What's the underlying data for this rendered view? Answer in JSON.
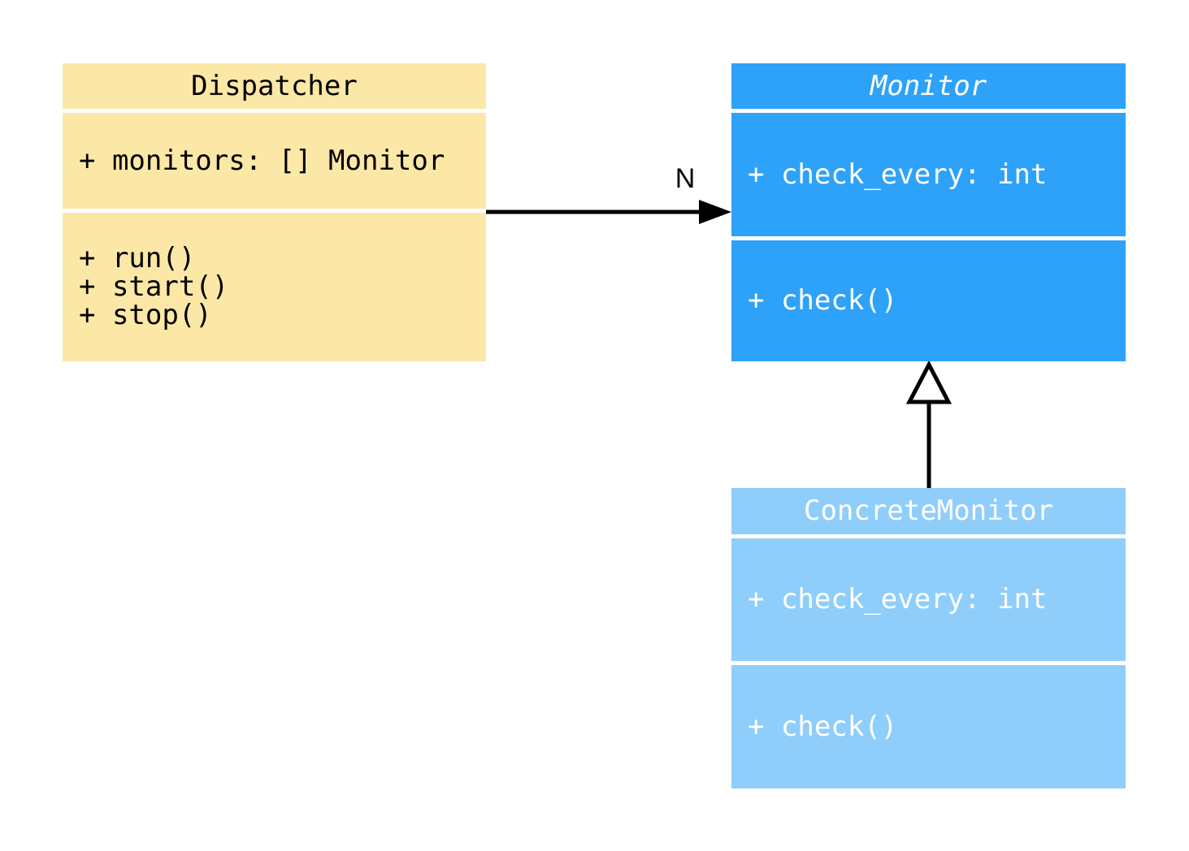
{
  "background": "#FFFFFF",
  "diagram": {
    "type": "uml-class-diagram",
    "edge_color": "#000000",
    "classes": [
      {
        "name": "Dispatcher",
        "abstract": false,
        "fill": "#FBE8A6",
        "text_color": "#000000",
        "attributes": [
          "+ monitors: [] Monitor"
        ],
        "methods": [
          "+ run()",
          "+ start()",
          "+ stop()"
        ]
      },
      {
        "name": "Monitor",
        "abstract": true,
        "fill": "#2EA2F8",
        "text_color": "#FFFFFF",
        "attributes": [
          "+ check_every: int"
        ],
        "methods": [
          "+ check()"
        ]
      },
      {
        "name": "ConcreteMonitor",
        "abstract": false,
        "fill": "#8FCEFB",
        "text_color": "#FFFFFF",
        "attributes": [
          "+ check_every: int"
        ],
        "methods": [
          "+ check()"
        ]
      }
    ],
    "relations": [
      {
        "type": "association",
        "from": "Dispatcher",
        "to": "Monitor",
        "label": "N"
      },
      {
        "type": "inheritance",
        "from": "ConcreteMonitor",
        "to": "Monitor",
        "label": ""
      }
    ]
  }
}
